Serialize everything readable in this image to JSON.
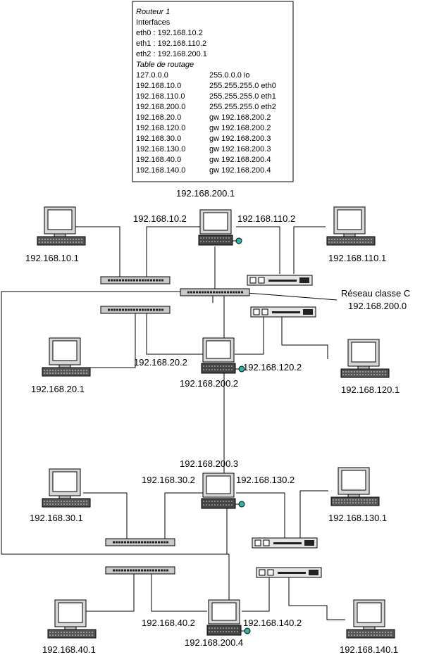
{
  "router_table": {
    "title": "Routeur 1",
    "interfaces_heading": "Interfaces",
    "interfaces": [
      "eth0 : 192.168.10.2",
      "eth1 : 192.168.110.2",
      "eth2 : 192.168.200.1"
    ],
    "routing_heading": "Table de routage",
    "routes": [
      {
        "dest": "127.0.0.0",
        "via": "255.0.0.0 io"
      },
      {
        "dest": "192.168.10.0",
        "via": "255.255.255.0 eth0"
      },
      {
        "dest": "192.168.110.0",
        "via": "255.255.255.0 eth1"
      },
      {
        "dest": "192.168.200.0",
        "via": "255.255.255.0 eth2"
      },
      {
        "dest": "192.168.20.0",
        "via": "gw 192.168.200.2"
      },
      {
        "dest": "192.168.120.0",
        "via": "gw 192.168.200.2"
      },
      {
        "dest": "192.168.30.0",
        "via": "gw 192.168.200.3"
      },
      {
        "dest": "192.168.130.0",
        "via": "gw 192.168.200.3"
      },
      {
        "dest": "192.168.40.0",
        "via": "gw 192.168.200.4"
      },
      {
        "dest": "192.168.140.0",
        "via": "gw 192.168.200.4"
      }
    ]
  },
  "network": {
    "class_c_label": "Réseau classe C",
    "class_c_address": "192.168.200.0"
  },
  "labels": {
    "r1_wan": "192.168.200.1",
    "r1_eth0": "192.168.10.2",
    "r1_eth1": "192.168.110.2",
    "pc_10": "192.168.10.1",
    "pc_110": "192.168.110.1",
    "r2_lan_a": "192.168.20.2",
    "r2_lan_b": "192.168.120.2",
    "r2_wan": "192.168.200.2",
    "pc_20": "192.168.20.1",
    "pc_120": "192.168.120.1",
    "r3_wan": "192.168.200.3",
    "r3_lan_a": "192.168.30.2",
    "r3_lan_b": "192.168.130.2",
    "pc_30": "192.168.30.1",
    "pc_130": "192.168.130.1",
    "r4_lan_a": "192.168.40.2",
    "r4_lan_b": "192.168.140.2",
    "r4_wan": "192.168.200.4",
    "pc_40": "192.168.40.1",
    "pc_140": "192.168.140.1"
  }
}
